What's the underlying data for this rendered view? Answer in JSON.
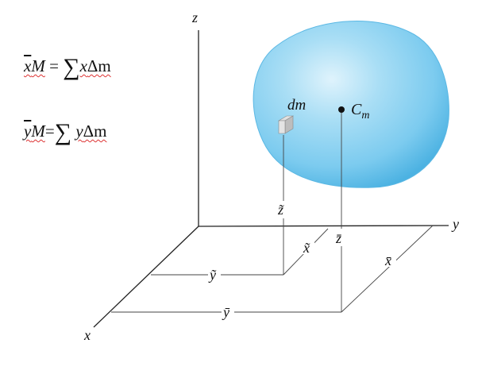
{
  "equations": {
    "eq1": {
      "lhs_var": "x",
      "lhs_mass": "M",
      "equals": "=",
      "sum": "∑",
      "rhs_var": "x",
      "rhs_tail": "Δm"
    },
    "eq2": {
      "lhs_var": "y",
      "lhs_mass": "M",
      "equals": "=",
      "sum": "∑",
      "rhs_var": "y",
      "rhs_tail": "Δm"
    }
  },
  "axes": {
    "z": "z",
    "y": "y",
    "x": "x"
  },
  "labels": {
    "dm": "dm",
    "center_main": "C",
    "center_sub": "m",
    "z_tilde": "z̃",
    "z_bar": "z̄",
    "x_tilde": "x̃",
    "x_bar": "x̄",
    "y_tilde": "ỹ",
    "y_bar": "ȳ"
  },
  "colors": {
    "blob_fill": "#8fd3f2",
    "blob_edge": "#4cb2e2",
    "line": "#333333",
    "spellcheck": "#dd3333"
  }
}
